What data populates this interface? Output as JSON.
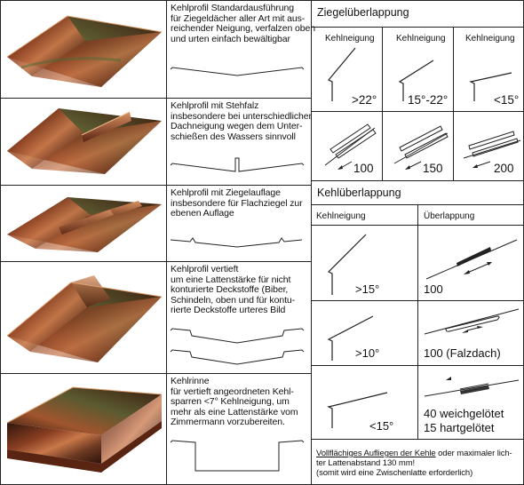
{
  "profiles": [
    {
      "text": "Kehlprofil Standardausführung\nfür Ziegeldächer aller Art mit aus-\nreichender Neigung, verfalzen oben\nund urten einfach bewältigbar"
    },
    {
      "text": "Kehlprofil mit Stehfalz\ninsbesondere bei unterschiedlicher\nDachneigung wegen dem Unter-\nschießen des Wassers sinnvoll"
    },
    {
      "text": "Kehlprofil mit Ziegelauflage\ninsbesondere für Flachziegel zur\nebenen Auflage"
    },
    {
      "text": "Kehlprofil vertieft\num eine Lattenstärke für nicht\nkonturierte Deckstoffe (Biber,\nSchindeln, oben und für kontu-\nrierte Deckstoffe urteres Bild"
    },
    {
      "text": "Kehlrinne\nfür vertieft angeordneten Kehl-\nsparren <7° Kehlneigung, um\nmehr als eine Lattenstärke vom\nZimmermann vorzubereiten."
    }
  ],
  "ziegel": {
    "title": "Ziegelüberlappung",
    "col_header": "Kehlneigung",
    "angles": [
      ">22°",
      "15°-22°",
      "<15°"
    ],
    "overlaps": [
      "100",
      "150",
      "200"
    ]
  },
  "kehl": {
    "title": "Kehlüberlappung",
    "col1": "Kehlneigung",
    "col2": "Überlappung",
    "angles": [
      ">15°",
      ">10°",
      "<15°"
    ],
    "overlaps": [
      "100",
      "100 (Falzdach)",
      "40 weichgelötet",
      "15 hartgelötet"
    ]
  },
  "note": {
    "underlined": "Vollflächiges Aufliegen der Kehle",
    "rest": " oder maximaler lich-\nter Lattenabstand 130 mm!\n(somit wird eine Zwischenlatte erforderlich)"
  },
  "colors": {
    "copper_dark": "#3a1a10",
    "copper": "#9a4a2c",
    "copper_light": "#d58a5c",
    "patina": "#556b3a"
  }
}
